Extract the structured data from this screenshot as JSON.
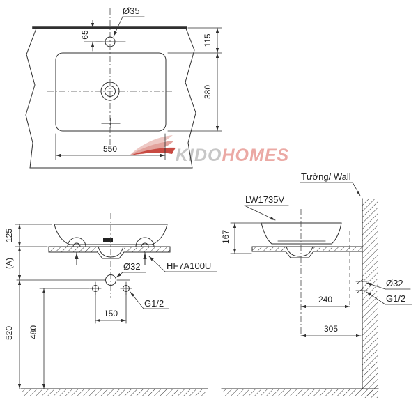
{
  "meta": {
    "background": "#ffffff",
    "line_color": "#2f2f2f"
  },
  "watermark": {
    "brand_gray": "KIDO",
    "brand_red": "HOMES",
    "gray_color": "#c7c7c7",
    "red_color": "#eba9a4",
    "swoosh_dark_red": "#c84a42",
    "swoosh_pink": "#e2a39d",
    "swoosh_light_pink": "#eec8c4"
  },
  "top_view": {
    "faucet_hole": "Ø35",
    "faucet_offset": "65",
    "rim_to_wall": "115",
    "basin_depth": "380",
    "basin_width": "550"
  },
  "front_view": {
    "rim_height": "125",
    "counter_to_drain": "(A)",
    "drain_to_floor": "520",
    "supply_to_floor": "480",
    "supply_spacing": "150",
    "drain_dia": "Ø32",
    "supply_thread": "G1/2",
    "fitting_code": "HF7A100U"
  },
  "side_view": {
    "model_code": "LW1735V",
    "wall_label": "Tường/ Wall",
    "basin_height": "167",
    "supply_to_center": "240",
    "wall_to_center": "305",
    "drain_dia": "Ø32",
    "supply_thread": "G1/2"
  }
}
